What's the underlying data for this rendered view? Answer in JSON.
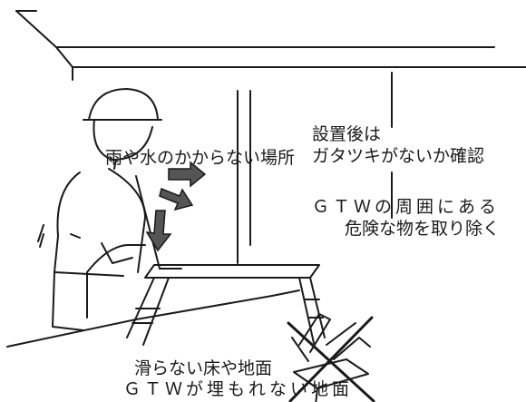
{
  "labels": {
    "rain": "雨や水のかからない場所",
    "install_line1": "設置後は",
    "install_line2": "ガタツキがないか確認",
    "hazard_line1": "ＧＴＷの周囲にある",
    "hazard_line2": "危険な物を取り除く",
    "floor_line1": "滑らない床や地面",
    "floor_line2": "ＧＴＷが埋もれない地面"
  },
  "colors": {
    "line": "#1a1a1a",
    "arrow_fill": "#555555",
    "paper": "#ffffff"
  },
  "icons": [
    "helmet-icon",
    "arrow-right-icon",
    "arrow-down-icon",
    "tools-pile-icon",
    "cross-mark-icon"
  ]
}
